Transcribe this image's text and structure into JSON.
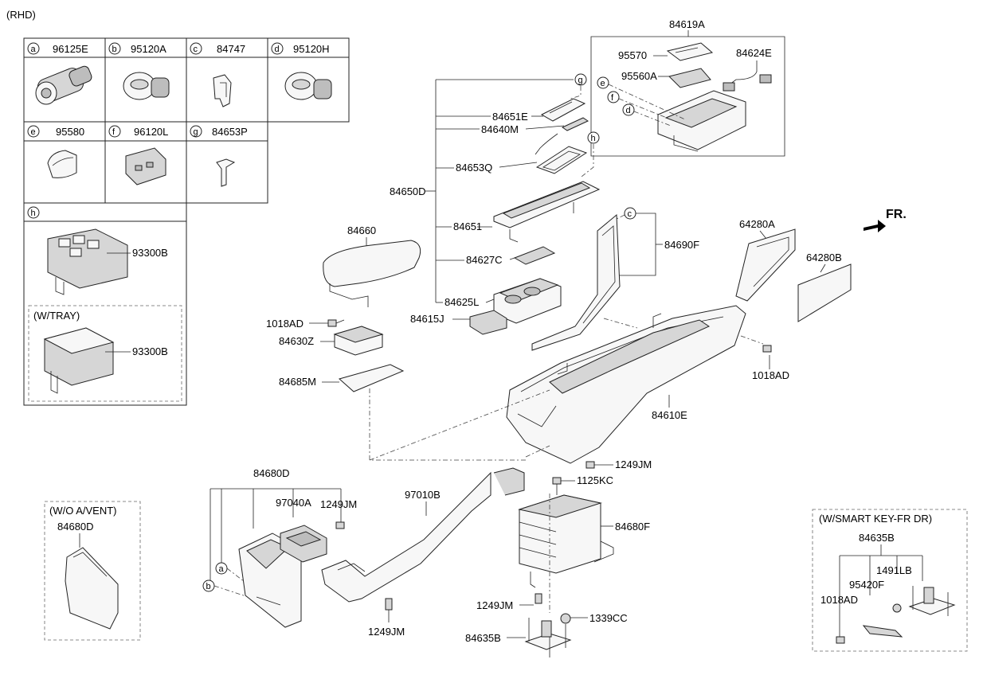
{
  "title": "(RHD)",
  "legend": {
    "cells": [
      {
        "letter": "a",
        "part": "96125E"
      },
      {
        "letter": "b",
        "part": "95120A"
      },
      {
        "letter": "c",
        "part": "84747"
      },
      {
        "letter": "d",
        "part": "95120H"
      },
      {
        "letter": "e",
        "part": "95580"
      },
      {
        "letter": "f",
        "part": "96120L"
      },
      {
        "letter": "g",
        "part": "84653P"
      },
      {
        "letter": "h",
        "part": ""
      }
    ],
    "h_parts": [
      "93300B",
      "93300B"
    ],
    "w_tray": "(W/TRAY)"
  },
  "labels": {
    "p84619A": "84619A",
    "p95570": "95570",
    "p84624E": "84624E",
    "p95560A": "95560A",
    "p84651E": "84651E",
    "p84640M": "84640M",
    "p84653Q": "84653Q",
    "p84650D": "84650D",
    "p84651": "84651",
    "p84627C": "84627C",
    "p84625L": "84625L",
    "p84615J": "84615J",
    "p84660": "84660",
    "p1018AD_a": "1018AD",
    "p84630Z": "84630Z",
    "p84685M": "84685M",
    "p84690F": "84690F",
    "p64280A": "64280A",
    "p64280B": "64280B",
    "p1018AD_b": "1018AD",
    "p84610E": "84610E",
    "p1249JM_a": "1249JM",
    "p1125KC": "1125KC",
    "p84680F": "84680F",
    "p1249JM_b": "1249JM",
    "p1339CC": "1339CC",
    "p84635B": "84635B",
    "p84680D": "84680D",
    "p97040A": "97040A",
    "p1249JM_c": "1249JM",
    "p97010B": "97010B",
    "p1249JM_d": "1249JM",
    "fr": "FR."
  },
  "callouts": {
    "g": "g",
    "h": "h",
    "e": "e",
    "f": "f",
    "d": "d",
    "c": "c",
    "a": "a",
    "b": "b"
  },
  "wo_avent": {
    "heading": "(W/O A/VENT)",
    "part": "84680D"
  },
  "smart_key": {
    "heading": "(W/SMART KEY-FR DR)",
    "p84635B": "84635B",
    "p1491LB": "1491LB",
    "p95420F": "95420F",
    "p1018AD": "1018AD"
  }
}
